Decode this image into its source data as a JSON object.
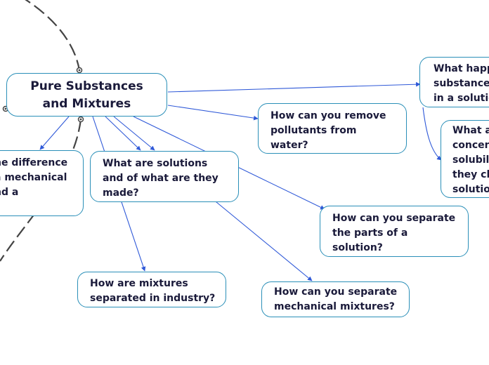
{
  "colors": {
    "link": "#2f59d8",
    "node_border": "#2a8fb8",
    "text": "#1a1a3a",
    "dashed_link": "#444444"
  },
  "central": {
    "label": "Pure Substances\nand Mixtures"
  },
  "topics": [
    {
      "id": "difference",
      "label": "he difference\na mechanical\nnd a"
    },
    {
      "id": "solutions",
      "label": "What are solutions\nand of what are they\nmade?"
    },
    {
      "id": "pollutants",
      "label": "How can you remove\npollutants from\nwater?"
    },
    {
      "id": "separate-solution",
      "label": "How can you separate\nthe parts of a\nsolution?"
    },
    {
      "id": "industry",
      "label": "How are mixtures\nseparated in industry?"
    },
    {
      "id": "separate-mechanical",
      "label": "How can you separate\nmechanical mixtures?"
    },
    {
      "id": "what-happens",
      "label": "What happ\nsubstance'\nin a solutio"
    },
    {
      "id": "concentration",
      "label": "What a\nconcen\nsolubili\nthey ch\nsolutio"
    }
  ]
}
